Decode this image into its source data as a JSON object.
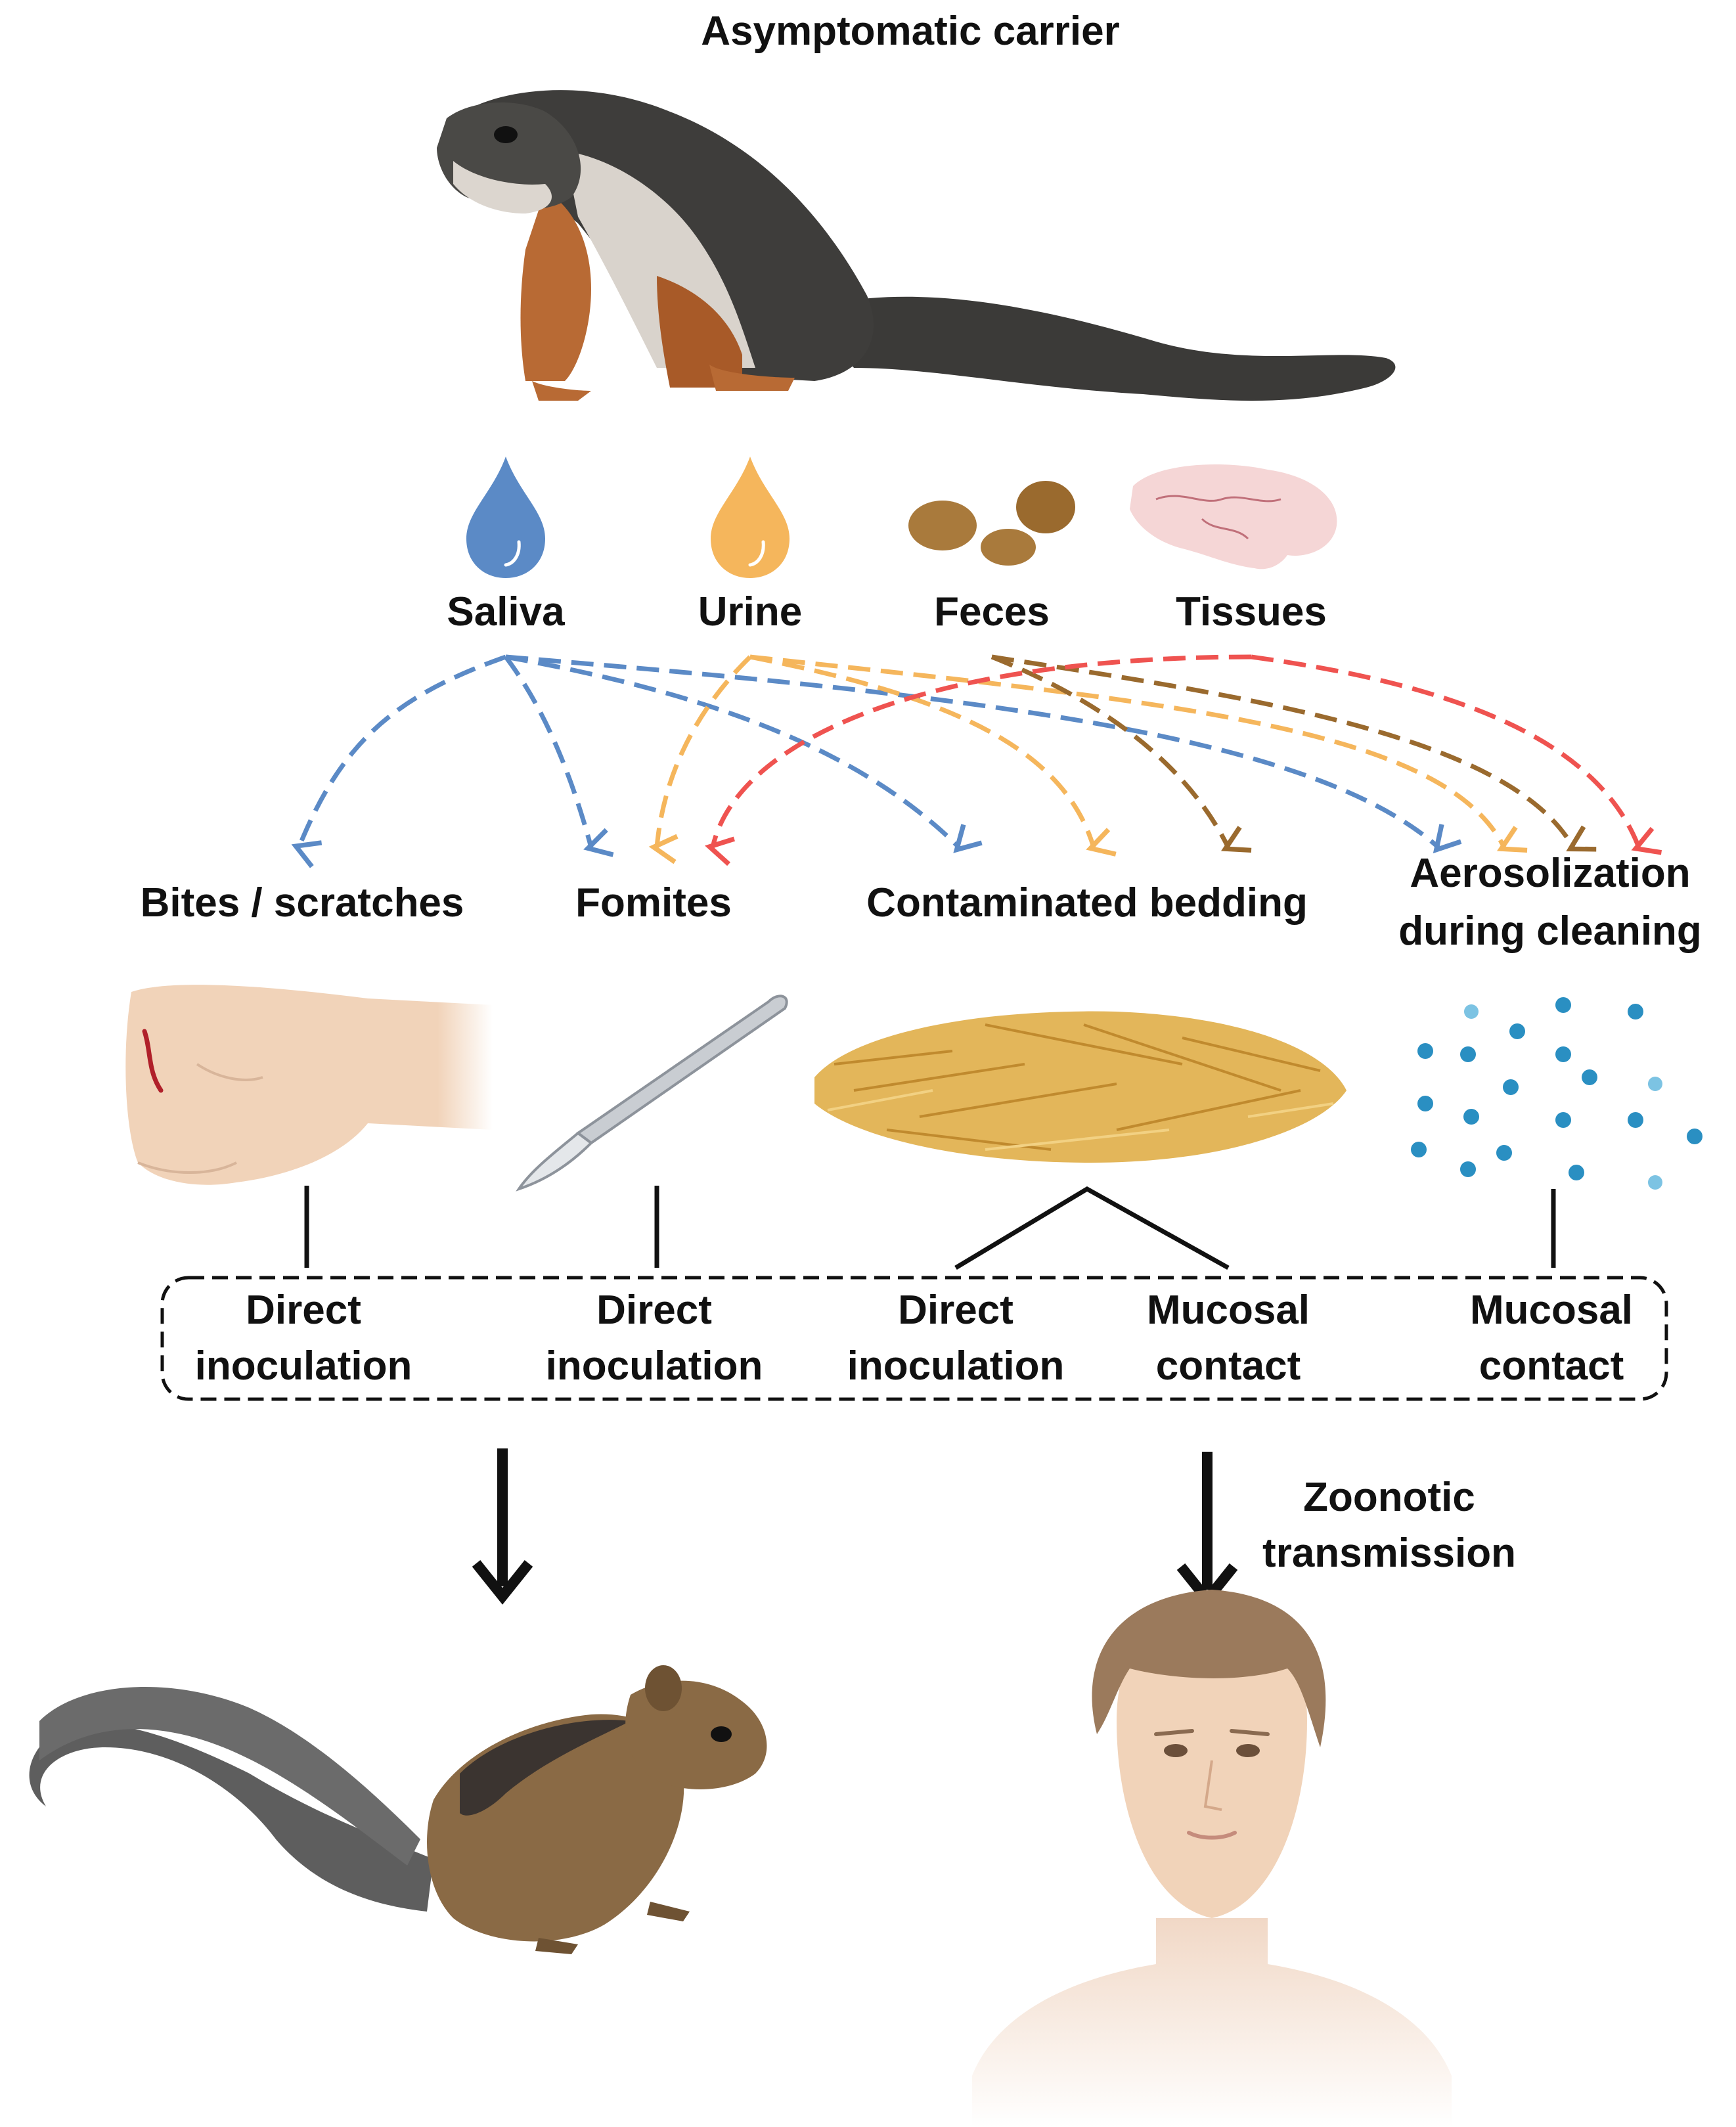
{
  "title": "Asymptomatic carrier",
  "sources": [
    {
      "label": "Saliva",
      "color": "#5b8ac6"
    },
    {
      "label": "Urine",
      "color": "#f5b65c"
    },
    {
      "label": "Feces",
      "color": "#9a6a2e"
    },
    {
      "label": "Tissues",
      "color": "#ef5350"
    }
  ],
  "routes": {
    "bites": "Bites / scratches",
    "fomites": "Fomites",
    "bedding": "Contaminated bedding",
    "aerosol_line1": "Aerosolization",
    "aerosol_line2": "during cleaning"
  },
  "modes": [
    {
      "line1": "Direct",
      "line2": "inoculation"
    },
    {
      "line1": "Direct",
      "line2": "inoculation"
    },
    {
      "line1": "Direct",
      "line2": "inoculation"
    },
    {
      "line1": "Mucosal",
      "line2": "contact"
    },
    {
      "line1": "Mucosal",
      "line2": "contact"
    }
  ],
  "zoonotic_line1": "Zoonotic",
  "zoonotic_line2": "transmission"
}
